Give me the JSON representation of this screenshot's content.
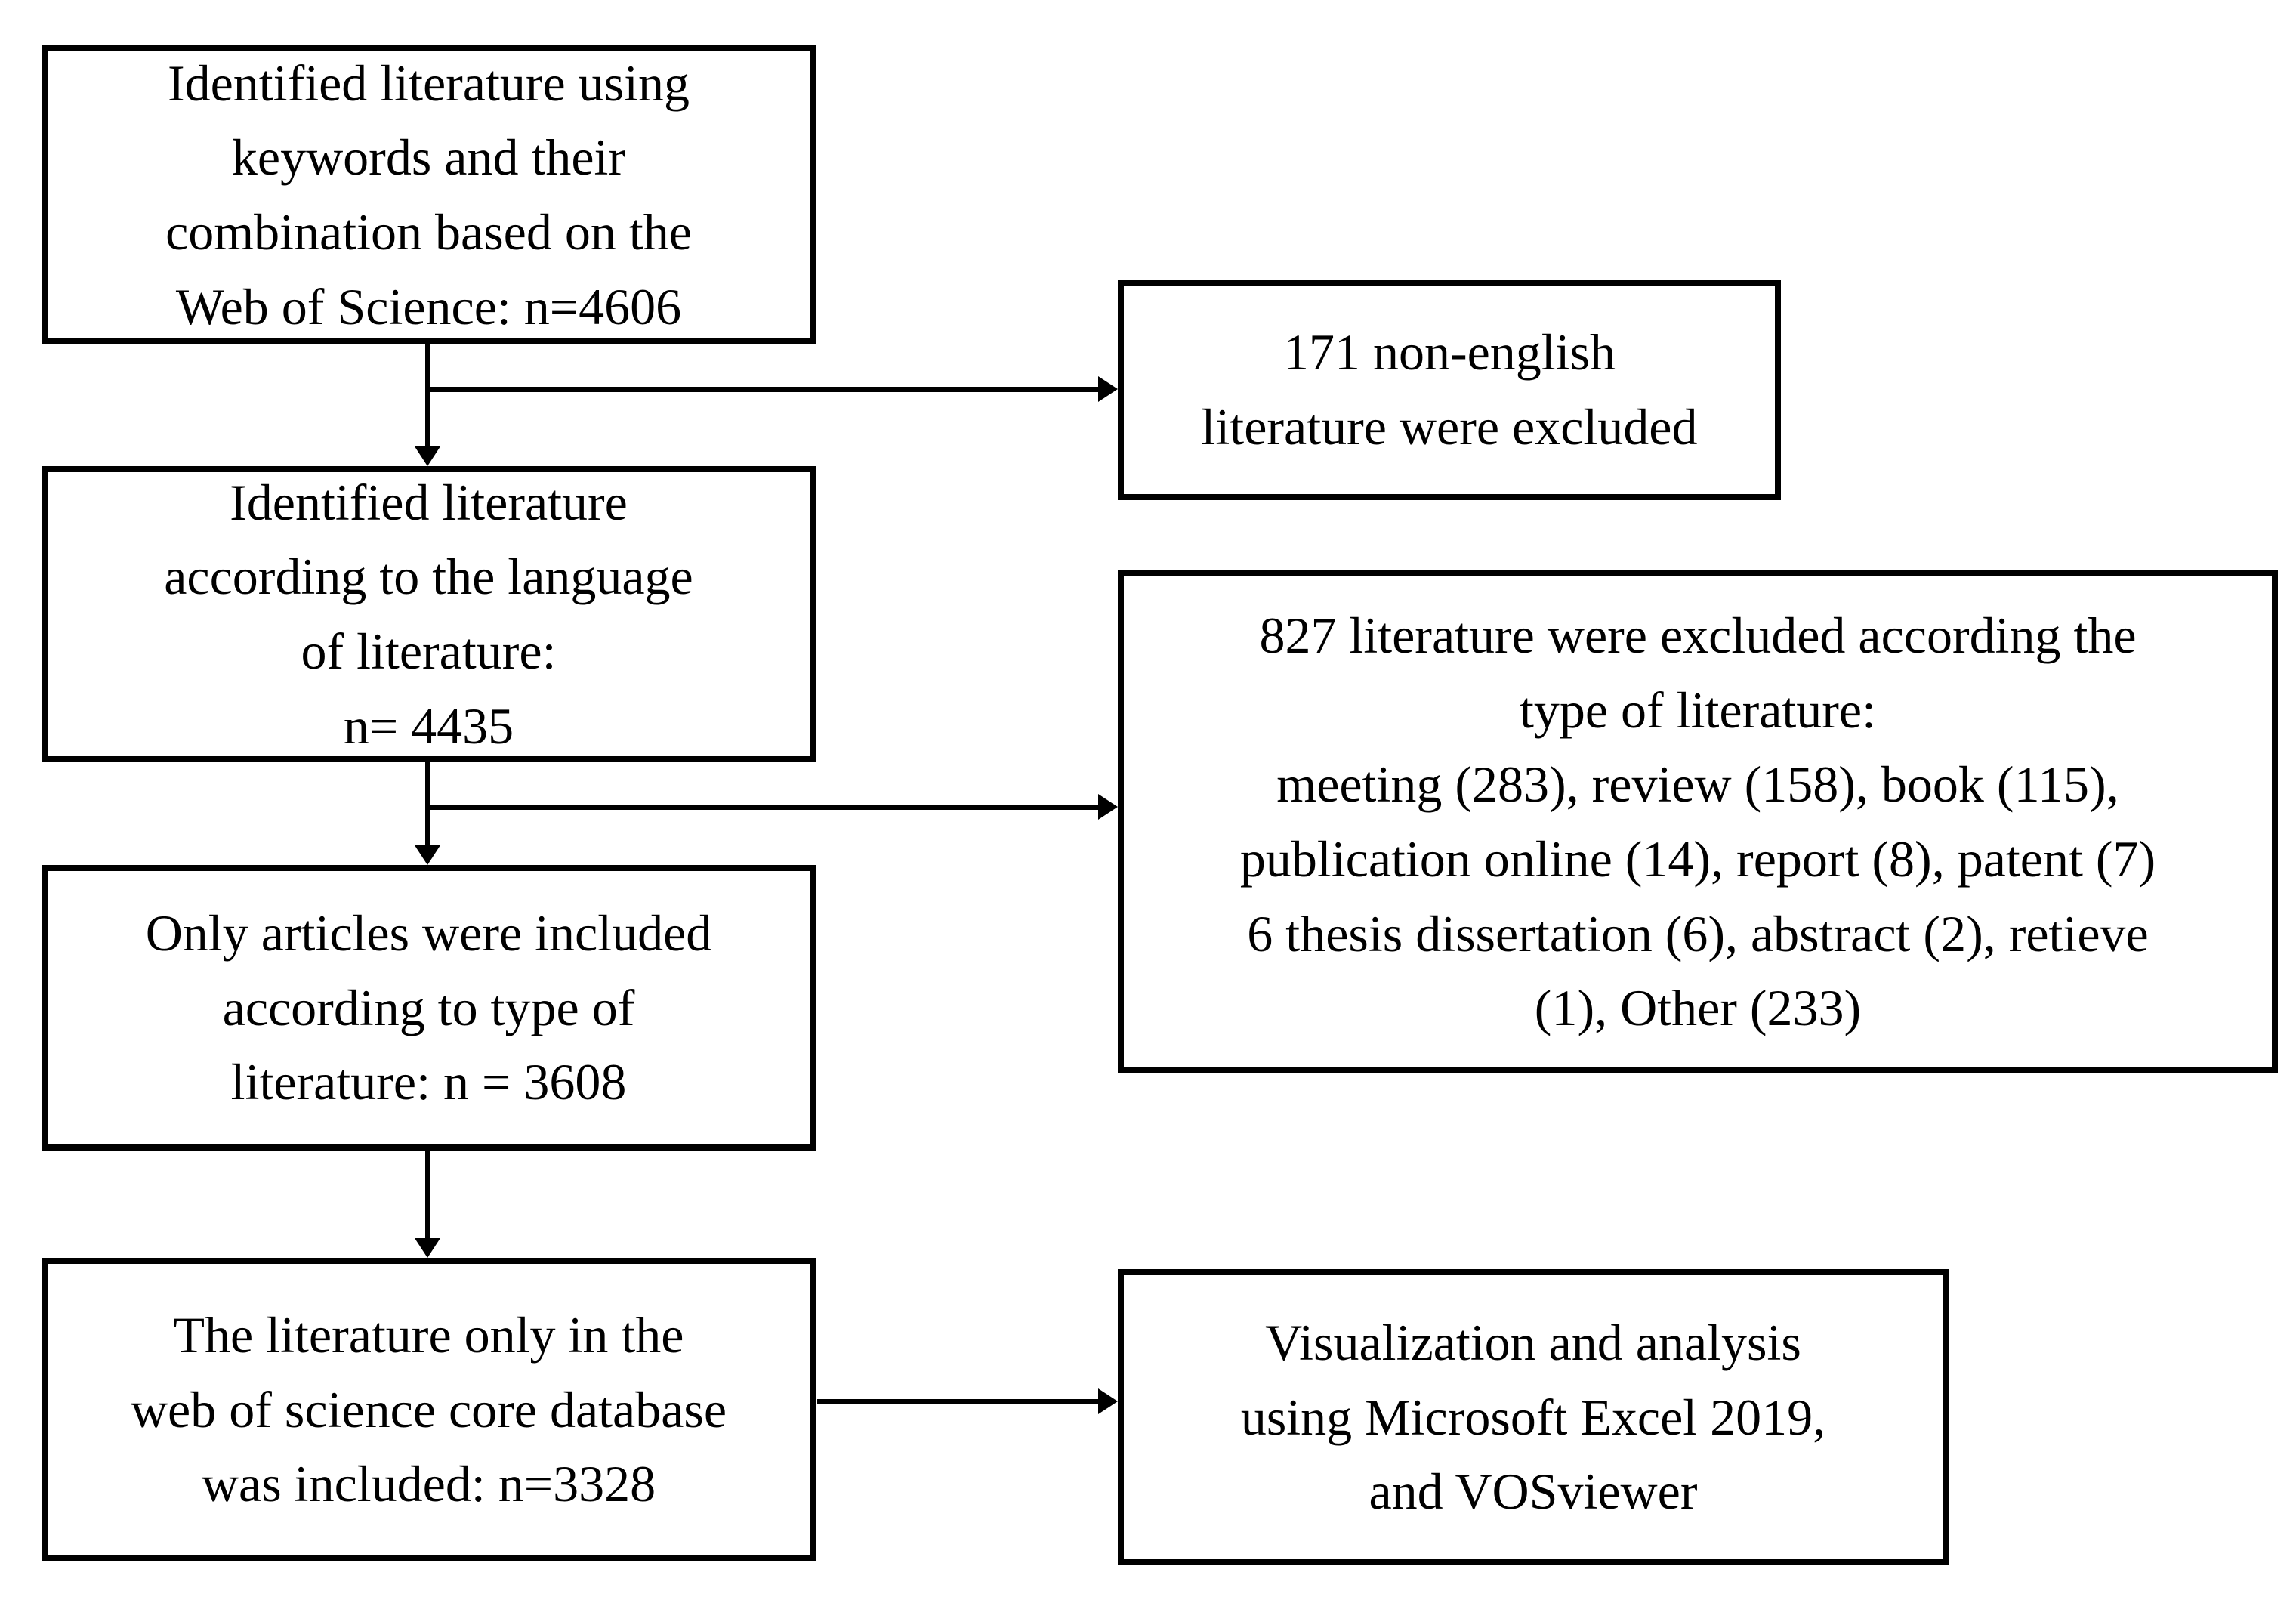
{
  "boxes": {
    "identified_keywords": {
      "text": "Identified literature using\nkeywords and their\ncombination based on the\nWeb of Science: n=4606"
    },
    "non_english_excluded": {
      "text": "171 non-english\nliterature were excluded"
    },
    "identified_language": {
      "text": "Identified literature\naccording to the language\nof literature:\nn= 4435"
    },
    "excluded_by_type": {
      "text": "827 literature were excluded according the\ntype of literature:\nmeeting (283), review (158), book (115),\npublication online (14), report (8), patent (7)\n6 thesis dissertation (6), abstract (2), retieve\n(1), Other (233)"
    },
    "only_articles": {
      "text": "Only articles were included\naccording to type of\nliterature: n = 3608"
    },
    "core_database": {
      "text": "The literature only in the\nweb of science core database\nwas included: n=3328"
    },
    "visualization": {
      "text": "Visualization and analysis\nusing Microsoft Excel 2019,\nand VOSviewer"
    }
  },
  "edges": [
    {
      "from": "identified_keywords",
      "to": "non_english_excluded"
    },
    {
      "from": "identified_keywords",
      "to": "identified_language"
    },
    {
      "from": "identified_language",
      "to": "excluded_by_type"
    },
    {
      "from": "identified_language",
      "to": "only_articles"
    },
    {
      "from": "only_articles",
      "to": "core_database"
    },
    {
      "from": "core_database",
      "to": "visualization"
    }
  ],
  "colors": {
    "foreground": "#000000",
    "background": "#ffffff"
  }
}
